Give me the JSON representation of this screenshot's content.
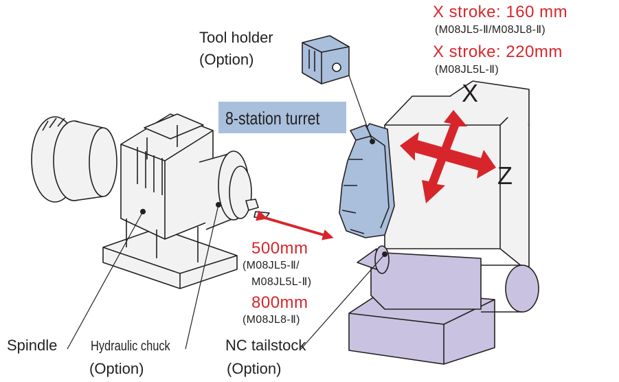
{
  "labels": {
    "tool_holder": [
      "Tool holder",
      "(Option)"
    ],
    "turret": "8-station turret",
    "spindle": "Spindle",
    "hydraulic_chuck": "Hydraulic chuck",
    "hydraulic_chuck_option": "(Option)",
    "nc_tailstock": "NC tailstock",
    "nc_tailstock_option": "(Option)"
  },
  "strokes": {
    "x_stroke_1": "X stroke: 160 mm",
    "x_stroke_1_models": "(M08JL5-Ⅱ/M08JL8-Ⅱ)",
    "x_stroke_2": "X stroke: 220mm",
    "x_stroke_2_models": "(M08JL5L-Ⅱ)",
    "z_stroke_1": "500mm",
    "z_stroke_1_models_a": "(M08JL5-Ⅱ/",
    "z_stroke_1_models_b": "M08JL5L-Ⅱ)",
    "z_stroke_2": "800mm",
    "z_stroke_2_models": "(M08JL8-Ⅱ)"
  },
  "axes": {
    "x": "X",
    "z": "Z"
  },
  "colors": {
    "stroke_red": "#d7262b",
    "turret_blue": "#a9bfdc",
    "tailstock_purple": "#c9c2e0",
    "machine_gray": "#f2f2f2",
    "outline": "#231f20"
  }
}
